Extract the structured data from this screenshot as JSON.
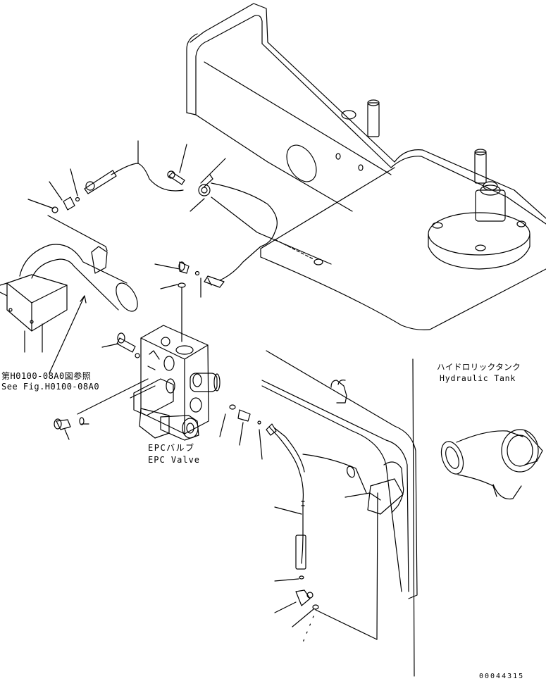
{
  "labels": {
    "reference_jp": "第H0100-08A0図参照",
    "reference_en": "See Fig.H0100-08A0",
    "epc_valve_jp": "EPCバルブ",
    "epc_valve_en": "EPC Valve",
    "hydraulic_tank_jp": "ハイドロリックタンク",
    "hydraulic_tank_en": "Hydraulic Tank",
    "figure_number": "00044315"
  },
  "colors": {
    "line": "#000000",
    "background": "#ffffff"
  }
}
